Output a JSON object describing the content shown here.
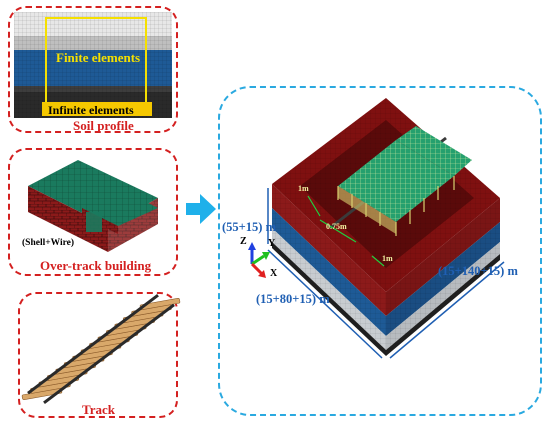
{
  "soil_panel": {
    "finite_label": "Finite elements",
    "infinite_label": "Infinite elements",
    "title": "Soil profile"
  },
  "building_panel": {
    "note": "(Shell+Wire)",
    "title": "Over-track building"
  },
  "track_panel": {
    "title": "Track"
  },
  "model_panel": {
    "dim_height": "(55+15) m",
    "dim_width": "(15+80+15) m",
    "dim_length": "(15+140+15) m",
    "axis_z": "Z",
    "axis_y": "Y",
    "axis_x": "X",
    "marker_1m_left": "1m",
    "marker_1m_right": "1m",
    "marker_spacing": "0.75m"
  },
  "colors": {
    "panel_border": "#d42020",
    "model_border": "#2aa9e0",
    "label_red": "#d42020",
    "dim_blue": "#1f5fb3",
    "arrow": "#1fb0ea",
    "soil_top": "#8c1a1a",
    "soil_blue": "#1e5a96",
    "soil_gray": "#c8ccd0",
    "building_roof": "#1a7a5e",
    "building_wall": "#8b1a1a"
  }
}
